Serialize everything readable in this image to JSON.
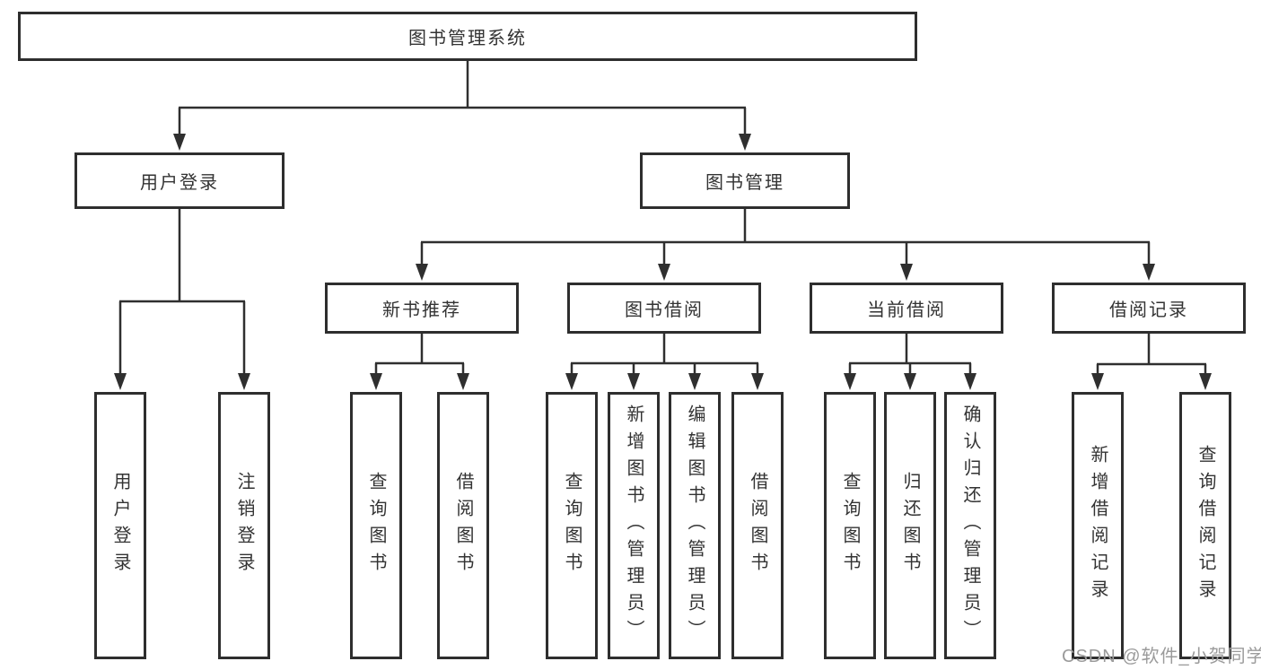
{
  "root": {
    "label": "图书管理系统"
  },
  "branches": [
    {
      "label": "用户登录",
      "children": [
        {
          "label": "用户登录"
        },
        {
          "label": "注销登录"
        }
      ]
    },
    {
      "label": "图书管理",
      "children": [
        {
          "label": "新书推荐",
          "children": [
            {
              "label": "查询图书"
            },
            {
              "label": "借阅图书"
            }
          ]
        },
        {
          "label": "图书借阅",
          "children": [
            {
              "label": "查询图书"
            },
            {
              "label": "新增图书（管理员）"
            },
            {
              "label": "编辑图书（管理员）"
            },
            {
              "label": "借阅图书"
            }
          ]
        },
        {
          "label": "当前借阅",
          "children": [
            {
              "label": "查询图书"
            },
            {
              "label": "归还图书"
            },
            {
              "label": "确认归还（管理员）"
            }
          ]
        },
        {
          "label": "借阅记录",
          "children": [
            {
              "label": "新增借阅记录"
            },
            {
              "label": "查询借阅记录"
            }
          ]
        }
      ]
    }
  ],
  "watermark": "CSDN @软件_小贺同学",
  "colors": {
    "line": "#2f2f2f",
    "box_border": "#2e2e2e",
    "text": "#333333",
    "watermark": "#9b9b9b",
    "background": "#ffffff"
  }
}
